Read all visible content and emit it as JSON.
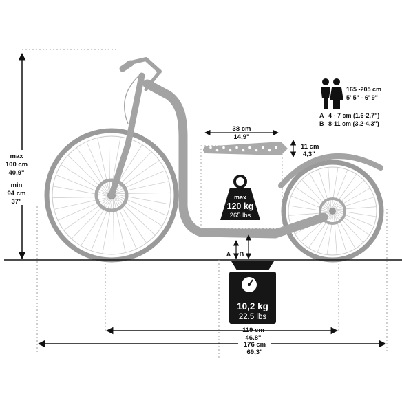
{
  "colors": {
    "frame": "#a3a3a3",
    "wheel_rim": "#9a9a9a",
    "dimension_line": "#111111",
    "weight_block": "#161616",
    "weight_text": "#ffffff",
    "dashed_guide": "#9e9e9e",
    "background": "#ffffff"
  },
  "height": {
    "max_label": "max",
    "max_cm": "100 cm",
    "max_in": "40,9\"",
    "min_label": "min",
    "min_cm": "94 cm",
    "min_in": "37\""
  },
  "rider": {
    "icon": "people-icon",
    "height_cm": "165 -205 cm",
    "height_ft": "5' 5\" - 6' 9\""
  },
  "clearance": {
    "a_key": "A",
    "a_value": "4 - 7 cm (1.6-2.7\")",
    "b_key": "B",
    "b_value": "8-11 cm (3.2-4.3\")"
  },
  "deck": {
    "length_cm": "38 cm",
    "length_in": "14,9\"",
    "width_cm": "11 cm",
    "width_in": "4,3\""
  },
  "max_load": {
    "icon": "weight-icon",
    "label": "max",
    "kg": "120 kg",
    "lbs": "265 lbs"
  },
  "scooter_weight": {
    "icon": "scale-icon",
    "kg": "10,2 kg",
    "lbs": "22.5 lbs"
  },
  "markers": {
    "a": "A",
    "b": "B"
  },
  "wheelbase": {
    "cm": "119 cm",
    "in": "46,8\""
  },
  "total_length": {
    "cm": "176 cm",
    "in": "69,3\""
  }
}
